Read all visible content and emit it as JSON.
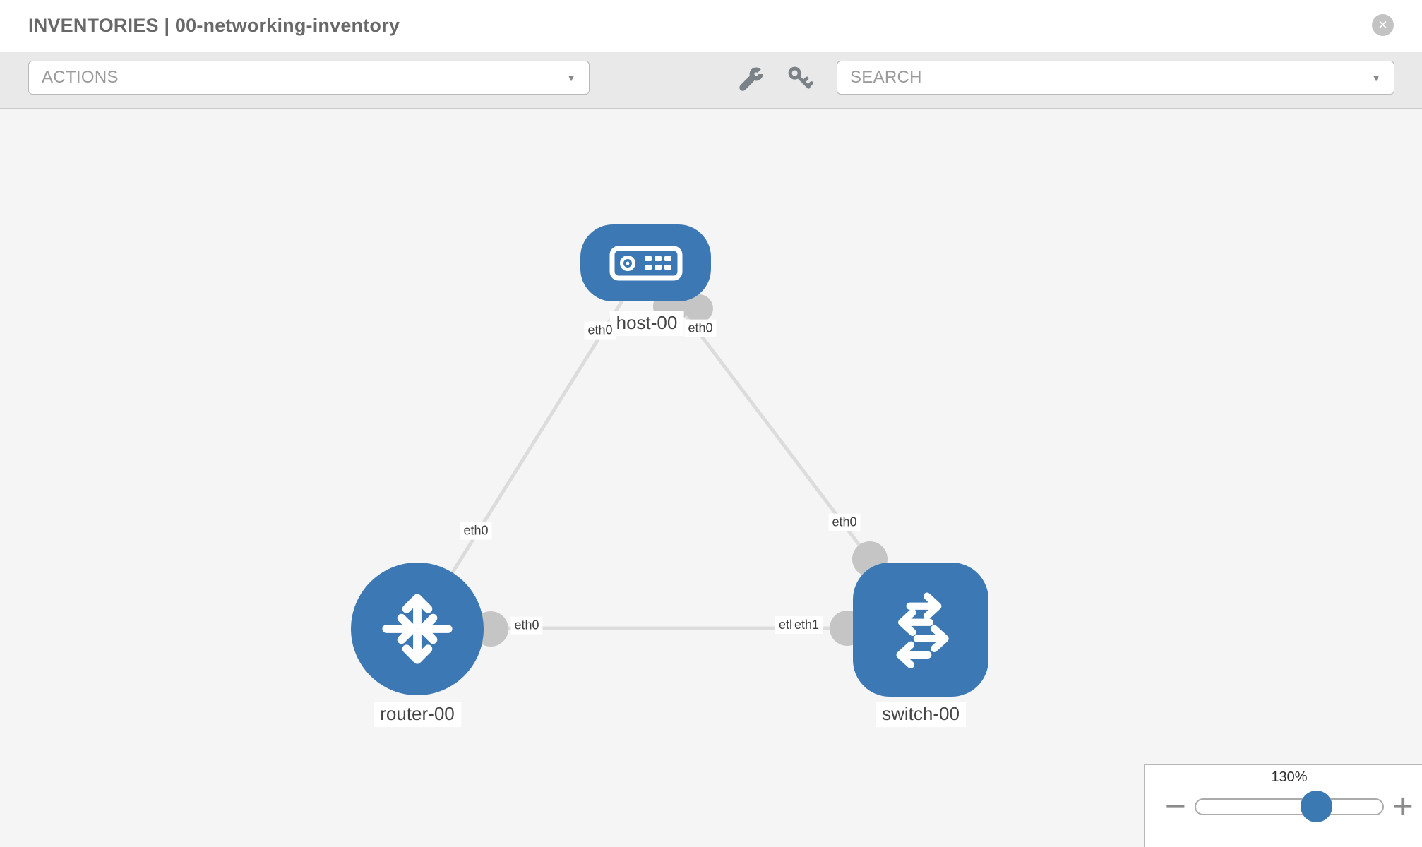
{
  "header": {
    "title": "INVENTORIES | 00-networking-inventory"
  },
  "toolbar": {
    "actions_label": "ACTIONS",
    "search_placeholder": "SEARCH"
  },
  "icons": {
    "close_glyph": "✕",
    "caret_glyph": "▼",
    "wrench": "wrench-icon",
    "key": "key-icon"
  },
  "topology": {
    "nodes": {
      "host": {
        "label": "host-00",
        "type": "host"
      },
      "router": {
        "label": "router-00",
        "type": "router"
      },
      "switch": {
        "label": "switch-00",
        "type": "switch"
      }
    },
    "interface_labels": {
      "host_left": "eth0",
      "host_right": "eth0",
      "host_router_link": "eth0",
      "host_switch_link": "eth0",
      "router_switch_near_router": "eth0",
      "router_switch_near_switch_back": "eth0",
      "router_switch_near_switch_front": "eth1"
    },
    "links": [
      {
        "from": "host-00",
        "to": "router-00"
      },
      {
        "from": "host-00",
        "to": "switch-00"
      },
      {
        "from": "router-00",
        "to": "switch-00"
      }
    ]
  },
  "zoom_control": {
    "level": "130%",
    "minus_glyph": "−",
    "plus_glyph": "+"
  },
  "colors": {
    "node_blue": "#3c79b4",
    "slider_blue": "#3b79b3",
    "interface_gray": "#c5c5c5",
    "link_gray": "#dcdcdc",
    "toolbar_gray": "#e9e9e9",
    "canvas_gray": "#f5f5f5"
  }
}
